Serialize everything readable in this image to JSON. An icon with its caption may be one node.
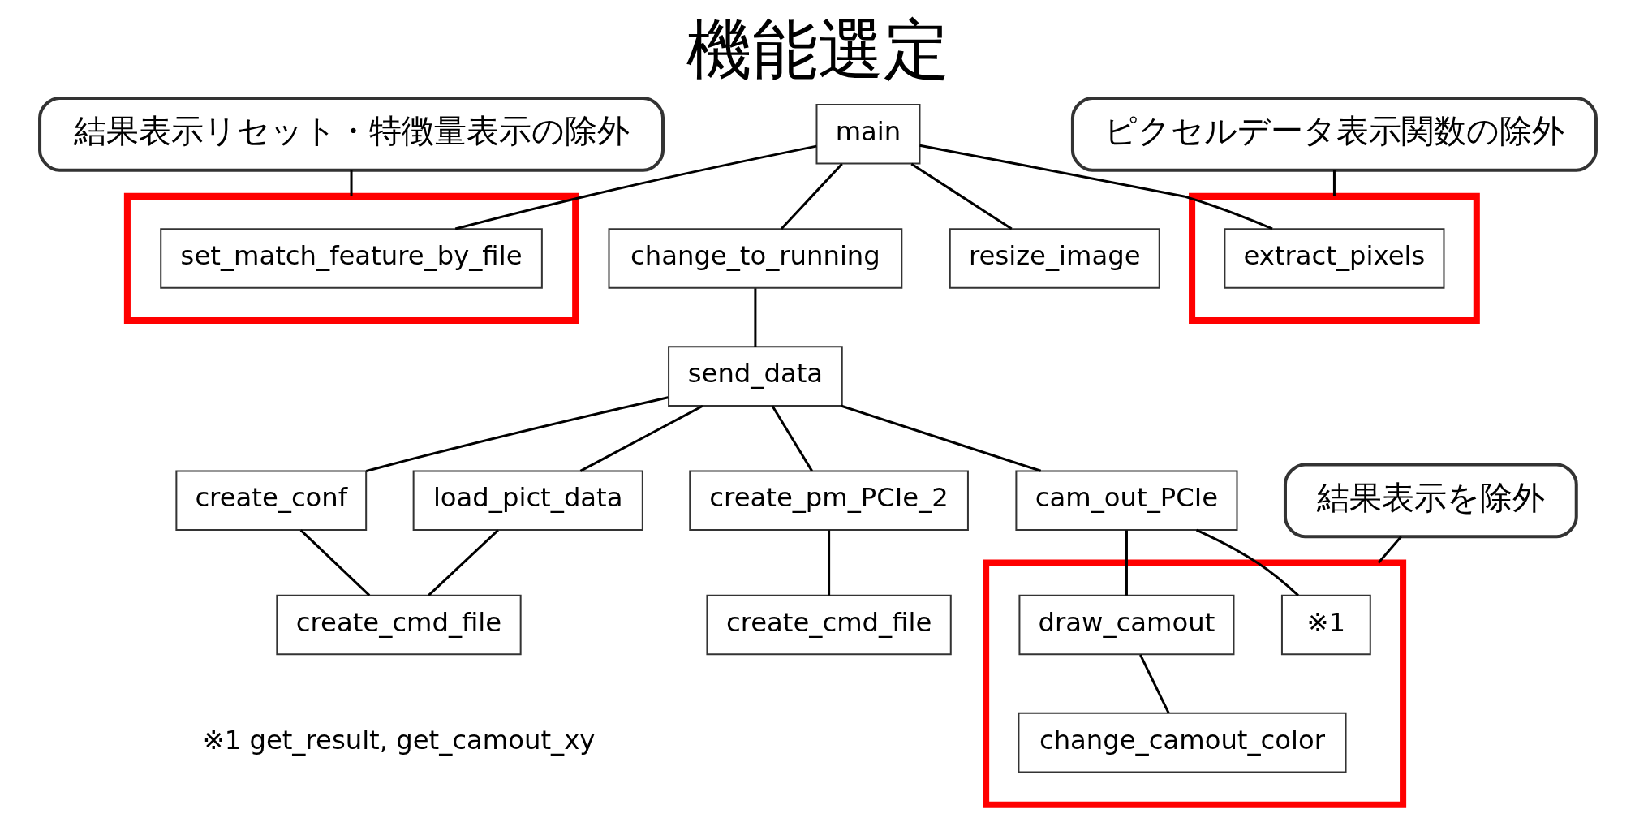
{
  "diagram": {
    "title": "機能選定",
    "nodes": [
      {
        "text": [
          "結果表示リセット・特徴量表示の除外"
        ]
      },
      {
        "text": [
          "main"
        ]
      },
      {
        "text": [],
        "shape": "box"
      },
      {
        "text": [
          "set_match_feature_by_file"
        ],
        "in": 2
      },
      {
        "text": [
          "change_to_running"
        ]
      },
      {
        "text": [
          "resize_image"
        ]
      },
      {
        "text": [],
        "shape": "box"
      },
      {
        "text": [
          "extract_pixels"
        ],
        "in": 6
      },
      {
        "text": [
          "ピクセルデータ表示関数の除外"
        ]
      },
      {
        "text": [
          "send_data"
        ]
      },
      {
        "text": [
          "create_conf"
        ]
      },
      {
        "text": [
          "load_pict_data"
        ]
      },
      {
        "text": [
          "create_pm_PCIe_2"
        ]
      },
      {
        "text": [
          "cam_out_PCIe"
        ]
      },
      {
        "text": [
          "結果表示を除外"
        ]
      },
      {
        "text": [],
        "shape": "box"
      },
      {
        "text": [
          "create_cmd_file"
        ]
      },
      {
        "text": [
          "create_cmd_file"
        ]
      },
      {
        "text": [
          "※1"
        ],
        "in": 15
      },
      {
        "text": [
          "draw_camout"
        ],
        "in": 15
      },
      {
        "text": [
          "change_camout_color"
        ],
        "in": 15
      }
    ],
    "edges": [
      {
        "from": 1,
        "to": 3,
        "arrow": "none"
      },
      {
        "from": 1,
        "to": 4,
        "arrow": "none"
      },
      {
        "from": 1,
        "to": 5,
        "arrow": "none"
      },
      {
        "from": 1,
        "to": 7,
        "arrow": "none"
      },
      {
        "from": 4,
        "to": 9,
        "arrow": "none"
      },
      {
        "from": 9,
        "to": 10,
        "arrow": "none"
      },
      {
        "from": 9,
        "to": 11,
        "arrow": "none"
      },
      {
        "from": 9,
        "to": 12,
        "arrow": "none"
      },
      {
        "from": 9,
        "to": 13,
        "arrow": "none"
      },
      {
        "from": 10,
        "to": 16,
        "arrow": "none"
      },
      {
        "from": 11,
        "to": 16,
        "arrow": "none"
      },
      {
        "from": 12,
        "to": 17,
        "arrow": "none"
      },
      {
        "from": 13,
        "to": 18,
        "arrow": "none"
      },
      {
        "from": 13,
        "to": 19,
        "arrow": "none"
      },
      {
        "from": 19,
        "to": 20,
        "arrow": "none"
      },
      {
        "from": 0,
        "to": 2,
        "arrow": "none"
      },
      {
        "from": 8,
        "to": 6,
        "arrow": "none"
      },
      {
        "from": 14,
        "to": 15,
        "arrow": "none"
      }
    ],
    "labels": [
      "※1 get_result, get_camout_xy"
    ]
  }
}
